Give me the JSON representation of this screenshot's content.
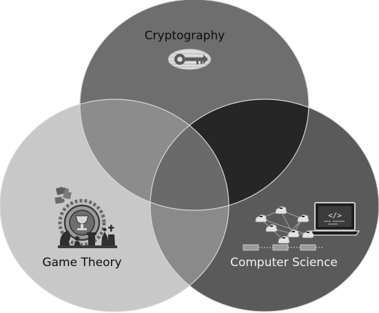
{
  "diagram": {
    "type": "venn",
    "sets": [
      {
        "id": "cryptography",
        "label": "Cryptography",
        "icon": "key-icon",
        "fill": "#6e6e6e"
      },
      {
        "id": "game-theory",
        "label": "Game Theory",
        "icon": "chess-gear-icon",
        "fill": "#c8c8c8"
      },
      {
        "id": "computer-science",
        "label": "Computer Science",
        "icon": "network-laptop-icon",
        "fill": "#5a5a5a"
      }
    ],
    "intersections": {
      "cryptography_computer_science": "#262626",
      "cryptography_game_theory": "#8c8c8c",
      "game_theory_computer_science": "#8a8a8a",
      "all": "#6a6a6a"
    },
    "outline_color": "#d9d9d9",
    "laptop_code": "</>"
  }
}
